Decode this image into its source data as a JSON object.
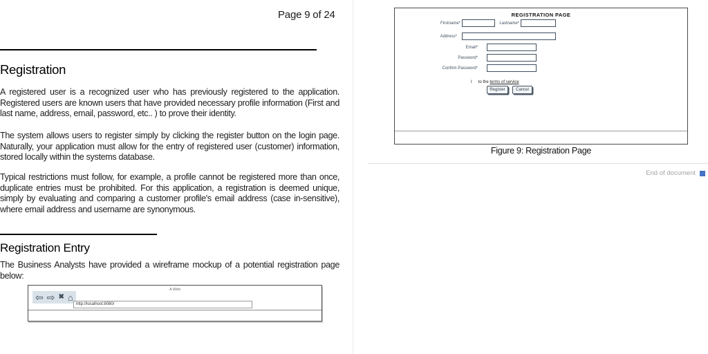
{
  "left_page": {
    "page_indicator": "Page 9 of 24",
    "section_registration": {
      "heading": "Registration",
      "para1": "A registered user is a recognized user who has previously registered to the application. Registered users are known users that have provided necessary profile information (First and last name, address, email, password, etc.. ) to prove their identity.",
      "para2": "The system allows users to register simply by clicking the register button on the login page. Naturally, your application must allow for the entry of registered user (customer) information, stored locally within the systems database.",
      "para3": "Typical restrictions must follow, for example, a profile cannot be registered more than once, duplicate entries must be prohibited. For this application, a registration is deemed unique, simply by evaluating and comparing a customer profile's email address (case in-sensitive), where email address and username are synonymous."
    },
    "section_registration_entry": {
      "heading": "Registration Entry",
      "intro": "The Business Analysts have provided a wireframe mockup of a potential registration page below:",
      "browser_mockup": {
        "window_title": "A Web",
        "icons": {
          "back": "⇦",
          "forward": "⇨",
          "close": "✖",
          "home": "⌂"
        },
        "url": "http://localhost:8080/"
      }
    }
  },
  "right_page": {
    "figure": {
      "title": "REGISTRATION PAGE",
      "firstname_label": "Firstname*",
      "lastname_label": "Lastname*",
      "address_label": "Address*",
      "email_label": "Email*",
      "password_label": "Password*",
      "confirm_password_label": "Confirm Password*",
      "tos_prefix": "I",
      "tos_text": "to the ",
      "tos_link": "terms of service",
      "register_button": "Register",
      "cancel_button": "Cancel"
    },
    "caption": "Figure 9: Registration Page",
    "end_marker_text": "End of document"
  },
  "colors": {
    "end_marker_square": "#4472c4",
    "wireframe_ink": "#3f4f5f"
  }
}
